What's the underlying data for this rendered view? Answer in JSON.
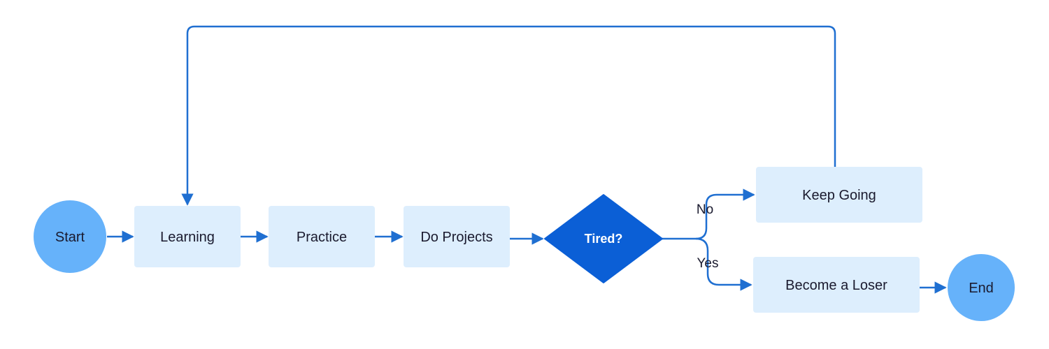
{
  "colors": {
    "terminal_fill": "#66b2fa",
    "process_fill": "#ddeefd",
    "decision_fill": "#0b5fd6",
    "edge": "#1f6fd1"
  },
  "nodes": {
    "start": "Start",
    "learning": "Learning",
    "practice": "Practice",
    "do_projects": "Do Projects",
    "tired": "Tired?",
    "keep_going": "Keep Going",
    "become_loser": "Become a Loser",
    "end": "End"
  },
  "edges": {
    "no_label": "No",
    "yes_label": "Yes"
  }
}
